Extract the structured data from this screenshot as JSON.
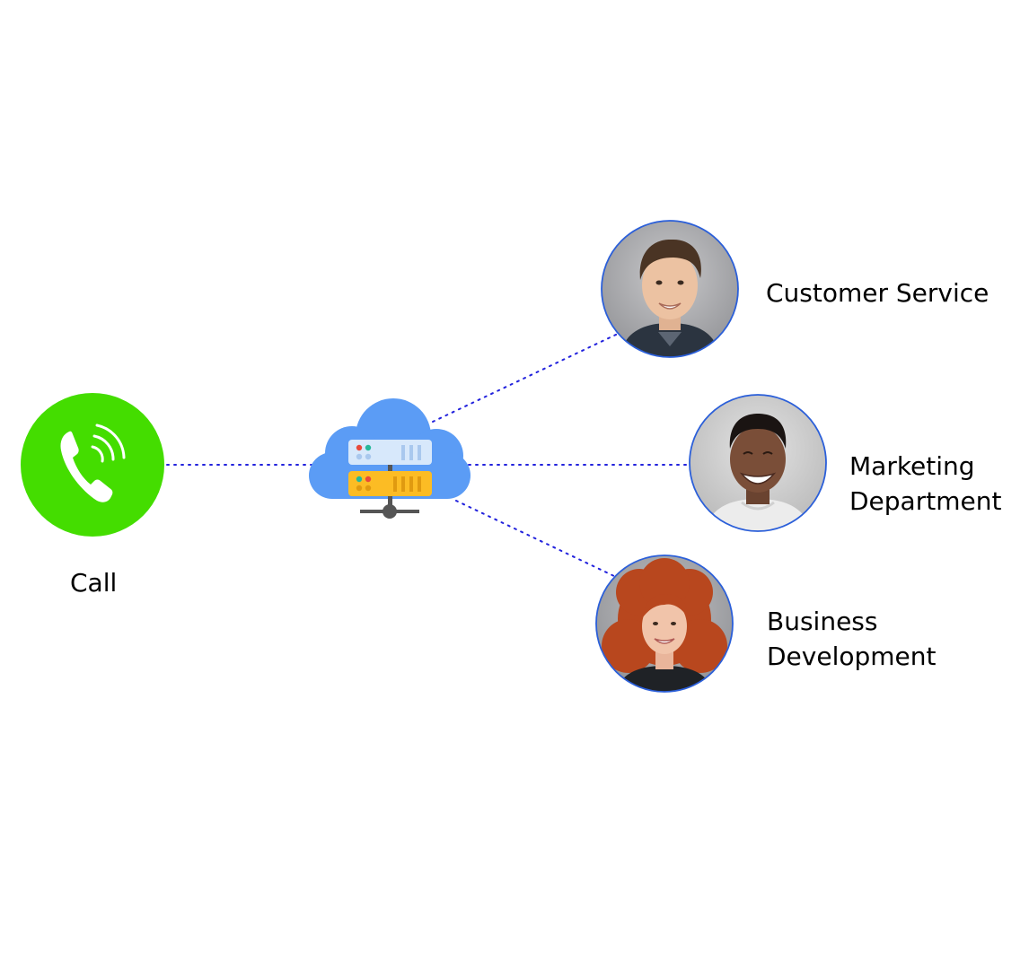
{
  "call": {
    "label": "Call",
    "icon": "phone-ringing-icon",
    "color": "#44dd00"
  },
  "hub": {
    "icon": "cloud-server-icon",
    "cloud_color": "#5b9cf5",
    "server_top_color": "#d7e8fb",
    "server_bottom_color": "#fcbc24",
    "stand_color": "#555555"
  },
  "connector_color": "#2222dd",
  "destinations": [
    {
      "id": "customer-service",
      "label_lines": [
        "Customer Service"
      ],
      "avatar": "man-short-hair-avatar"
    },
    {
      "id": "marketing-department",
      "label_lines": [
        "Marketing",
        "Department"
      ],
      "avatar": "man-smiling-avatar"
    },
    {
      "id": "business-development",
      "label_lines": [
        "Business",
        "Development"
      ],
      "avatar": "woman-curly-hair-avatar"
    }
  ],
  "avatar_border_color": "#2b5fd9"
}
